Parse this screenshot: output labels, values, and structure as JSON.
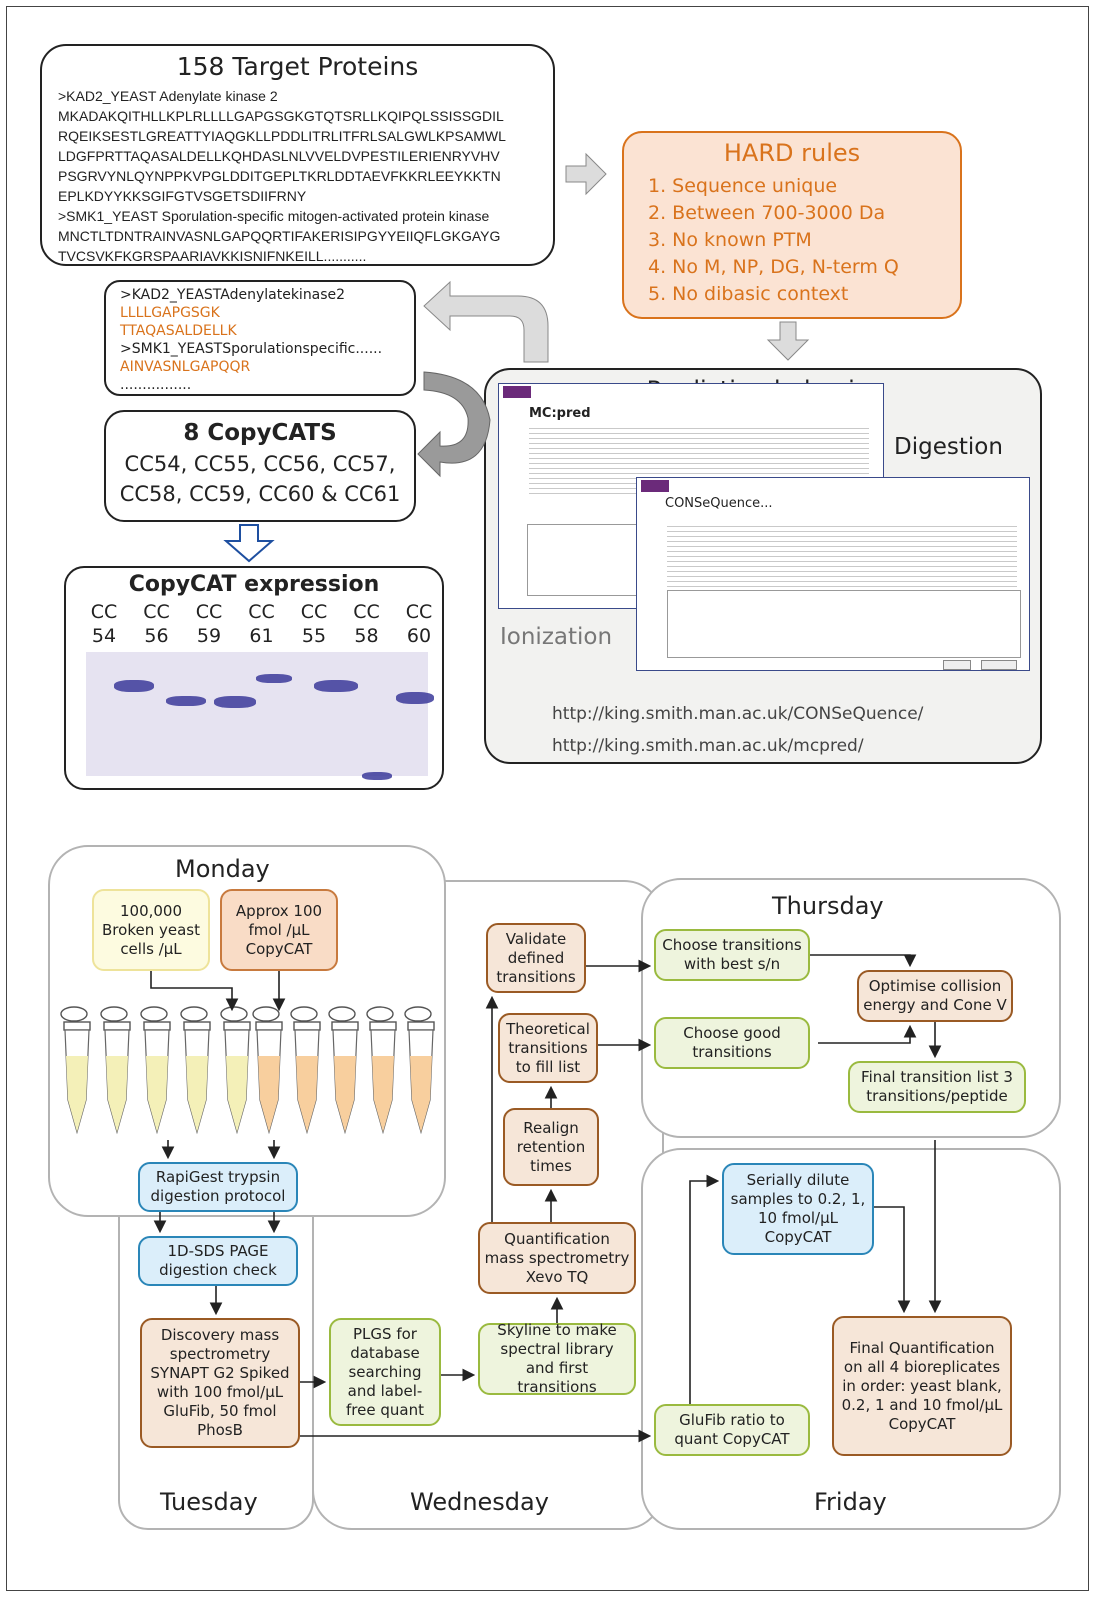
{
  "top": {
    "targets": {
      "title": "158 Target Proteins",
      "lines": [
        ">KAD2_YEAST Adenylate kinase 2",
        "MKADAKQITHLLKPLRLLLLGAPGSGKGTQTSRLLKQIPQLSSISSGDIL",
        "RQEIKSESTLGREATTYIAQGKLLPDDLITRLITFRLSALGWLKPSAMWL",
        "LDGFPRTTAQASALDELLKQHDASLNLVVELDVPESTILERIENRYVHV",
        "PSGRVYNLQYNPPKVPGLDDITGEPLTKRLDDTAEVFKKRLEEYKKTN",
        "EPLKDYYKKSGIFGTVSGETSDIIFRNY",
        ">SMK1_YEAST Sporulation-specific mitogen-activated protein kinase",
        "MNCTLTDNTRAINVASNLGAPQQRTIFAKERISIPGYYEIIQFLGKGAYG",
        "TVCSVKFKGRSPAARIAVKKISNIFNKEILL..........."
      ]
    },
    "hard_rules": {
      "title": "HARD rules",
      "items": [
        "1.  Sequence unique",
        "2.  Between 700-3000 Da",
        "3.  No known PTM",
        "4.  No M, NP, DG, N-term Q",
        "5.  No dibasic context"
      ]
    },
    "peptides": {
      "lines": [
        {
          "text": ">KAD2_YEASTAdenylatekinase2",
          "orange": false
        },
        {
          "text": "LLLLGAPGSGK",
          "orange": true
        },
        {
          "text": "TTAQASALDELLK",
          "orange": true
        },
        {
          "text": ">SMK1_YEASTSporulationspecific......",
          "orange": false
        },
        {
          "text": "AINVASNLGAPQQR",
          "orange": true
        },
        {
          "text": "................",
          "orange": false
        }
      ]
    },
    "copycats": {
      "title": "8 CopyCATS",
      "line1": "CC54, CC55, CC56, CC57,",
      "line2": "CC58, CC59, CC60 & CC61"
    },
    "expression": {
      "title": "CopyCAT expression",
      "lanes": [
        {
          "top": "CC",
          "num": "54"
        },
        {
          "top": "CC",
          "num": "56"
        },
        {
          "top": "CC",
          "num": "59"
        },
        {
          "top": "CC",
          "num": "61"
        },
        {
          "top": "CC",
          "num": "55"
        },
        {
          "top": "CC",
          "num": "58"
        },
        {
          "top": "CC",
          "num": "60"
        }
      ]
    },
    "predicting": {
      "title": "Predicting behavior",
      "digestion": "Digestion",
      "ionization": "Ionization",
      "mcpred_title": "MC:pred",
      "conseq_title": "CONSeQuence...",
      "url1": "http://king.smith.man.ac.uk/CONSeQuence/",
      "url2": "http://king.smith.man.ac.uk/mcpred/"
    }
  },
  "workflow": {
    "days": {
      "monday": "Monday",
      "tuesday": "Tuesday",
      "wednesday": "Wednesday",
      "thursday": "Thursday",
      "friday": "Friday"
    },
    "boxes": {
      "yeast": "100,000 Broken yeast cells /µL",
      "copycat": "Approx 100 fmol /µL CopyCAT",
      "rapigest": "RapiGest trypsin digestion protocol",
      "sds": "1D-SDS PAGE digestion check",
      "discovery": "Discovery mass spectrometry SYNAPT G2 Spiked with 100 fmol/µL GluFib, 50 fmol PhosB",
      "plgs": "PLGS for database searching and label-free quant",
      "skyline": "Skyline to make spectral library and first transitions",
      "quantms": "Quantification mass spectrometry Xevo TQ",
      "realign": "Realign retention times",
      "theoretical": "Theoretical transitions to fill list",
      "validate": "Validate defined transitions",
      "best_sn": "Choose transitions with best s/n",
      "good": "Choose good transitions",
      "optimise": "Optimise collision energy and Cone V",
      "final_list": "Final transition list 3 transitions/peptide",
      "serial": "Serially dilute samples to 0.2, 1, 10 fmol/µL CopyCAT",
      "glufib": "GluFib ratio to quant CopyCAT",
      "final_quant": "Final Quantification on all 4 bioreplicates in order: yeast blank, 0.2, 1 and 10 fmol/µL CopyCAT"
    }
  },
  "colors": {
    "orange_text": "#d9731c",
    "green_border": "#9aba3f",
    "brown_border": "#9a5a24",
    "blue_border": "#2a86b8",
    "arrow_blue": "#1e4fa0"
  }
}
